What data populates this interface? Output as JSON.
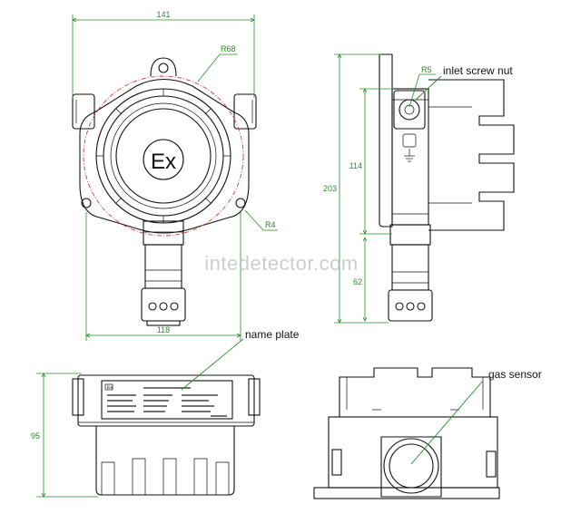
{
  "dimensions": {
    "front_width": "141",
    "flange_radius": "R68",
    "lug_radius": "R4",
    "mount_width": "118",
    "side_total_height": "203",
    "side_body_height": "114",
    "side_sensor_height": "62",
    "screw_radius": "R5",
    "bottom_height": "95"
  },
  "callouts": {
    "inlet_screw_nut": "inlet screw nut",
    "name_plate": "name plate",
    "gas_sensor": "gas sensor"
  },
  "marking": {
    "ex_symbol": "Ex"
  },
  "watermark": "intedetector.com",
  "colors": {
    "outline": "#111111",
    "dimension": "#2c8a2c",
    "flange_circle": "#d23b3b",
    "watermark": "#bdbdbd"
  }
}
